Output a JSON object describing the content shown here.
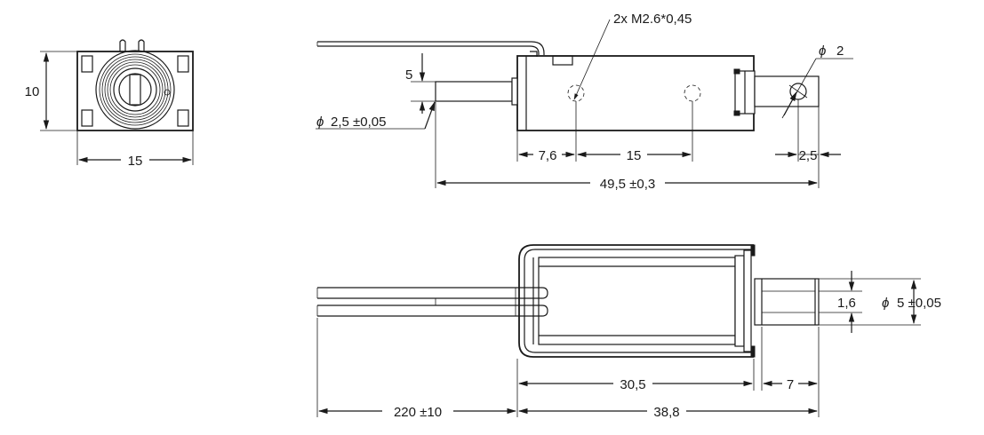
{
  "front_view": {
    "height_label": "10",
    "width_label": "15"
  },
  "top_view": {
    "thread_note": "2x M2.6*0,45",
    "hole_diameter": "2",
    "offset_label": "5",
    "plunger_diameter": "2,5 ±0,05",
    "dim_first_hole": "7,6",
    "dim_hole_spacing": "15",
    "dim_hole_edge": "2,5",
    "overall_length": "49,5 ±0,3"
  },
  "side_view": {
    "tip_width": "1,6",
    "tip_diameter": "5 ±0,05",
    "wire_length": "220 ±10",
    "body_length": "38,8",
    "frame_length": "30,5",
    "plunger_extension": "7"
  },
  "symbols": {
    "diameter": "ϕ"
  }
}
